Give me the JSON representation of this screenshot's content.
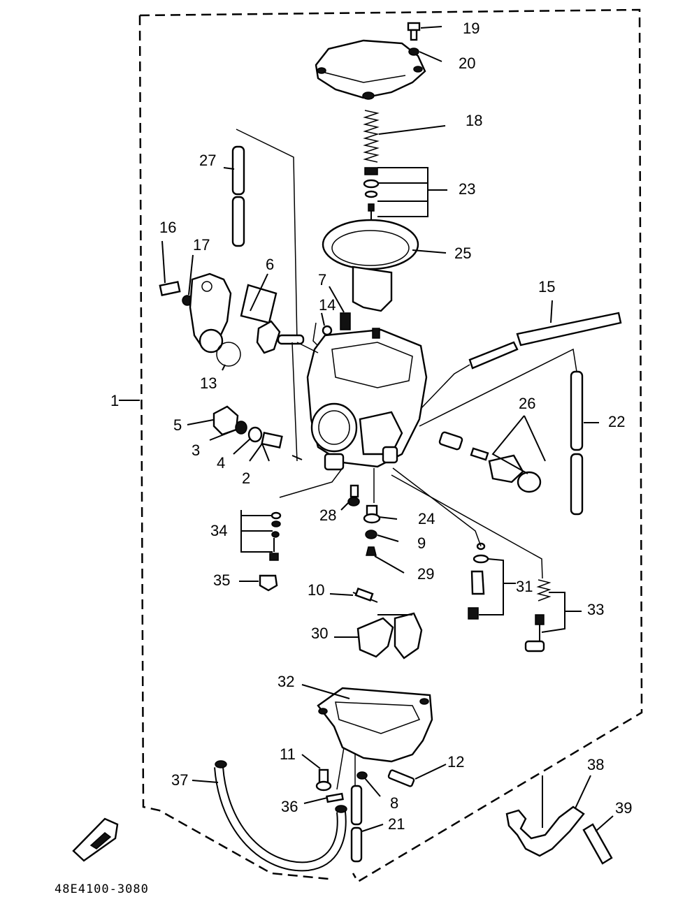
{
  "labels": {
    "l1": "1",
    "l2": "2",
    "l3": "3",
    "l4": "4",
    "l5": "5",
    "l6": "6",
    "l7": "7",
    "l8": "8",
    "l9": "9",
    "l10": "10",
    "l11": "11",
    "l12": "12",
    "l13": "13",
    "l14": "14",
    "l15": "15",
    "l16": "16",
    "l17": "17",
    "l18": "18",
    "l19": "19",
    "l20": "20",
    "l21": "21",
    "l22": "22",
    "l23": "23",
    "l24": "24",
    "l25": "25",
    "l26": "26",
    "l27": "27",
    "l28": "28",
    "l29": "29",
    "l30": "30",
    "l31": "31",
    "l32": "32",
    "l33": "33",
    "l34": "34",
    "l35": "35",
    "l36": "36",
    "l37": "37",
    "l38": "38",
    "l39": "39"
  },
  "code": "48E4100-3080"
}
